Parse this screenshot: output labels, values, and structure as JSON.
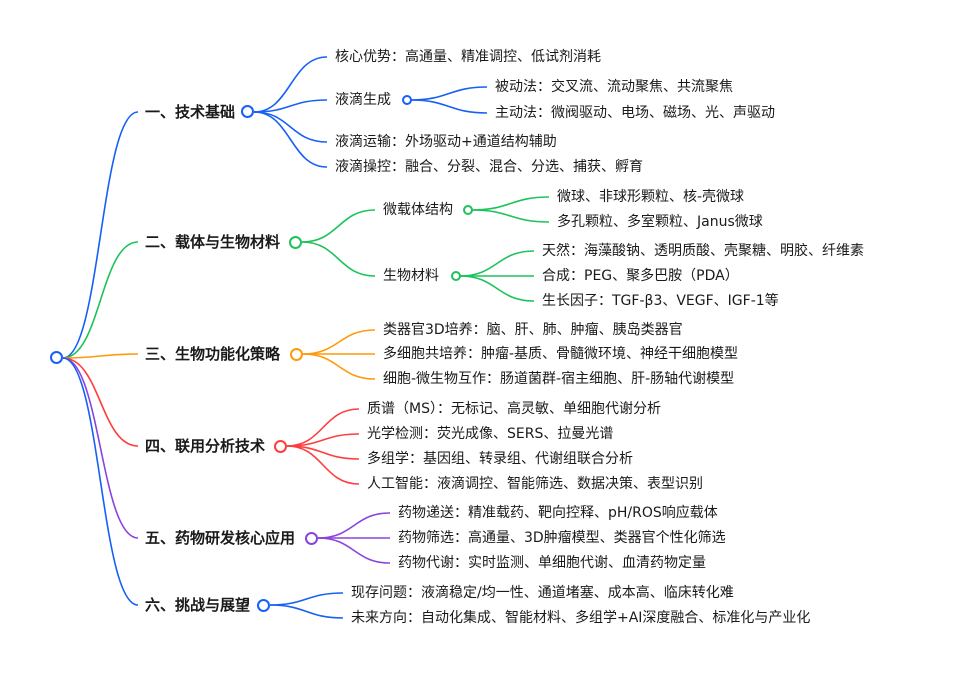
{
  "colors": {
    "blue": "#1660f5",
    "green": "#1ec25a",
    "orange": "#ff9a0a",
    "red": "#ff3d3d",
    "purple": "#8a43dd"
  },
  "branches": [
    {
      "title": "一、技术基础",
      "children": [
        {
          "label": "核心优势：高通量、精准调控、低试剂消耗"
        },
        {
          "label": "液滴生成",
          "children": [
            "被动法：交叉流、流动聚焦、共流聚焦",
            "主动法：微阀驱动、电场、磁场、光、声驱动"
          ]
        },
        {
          "label": "液滴运输：外场驱动+通道结构辅助"
        },
        {
          "label": "液滴操控：融合、分裂、混合、分选、捕获、孵育"
        }
      ]
    },
    {
      "title": "二、载体与生物材料",
      "children": [
        {
          "label": "微载体结构",
          "children": [
            "微球、非球形颗粒、核-壳微球",
            "多孔颗粒、多室颗粒、Janus微球"
          ]
        },
        {
          "label": "生物材料",
          "children": [
            "天然：海藻酸钠、透明质酸、壳聚糖、明胶、纤维素",
            "合成：PEG、聚多巴胺（PDA）",
            "生长因子：TGF-β3、VEGF、IGF-1等"
          ]
        }
      ]
    },
    {
      "title": "三、生物功能化策略",
      "children": [
        {
          "label": "类器官3D培养：脑、肝、肺、肿瘤、胰岛类器官"
        },
        {
          "label": "多细胞共培养：肿瘤-基质、骨髓微环境、神经干细胞模型"
        },
        {
          "label": "细胞-微生物互作：肠道菌群-宿主细胞、肝-肠轴代谢模型"
        }
      ]
    },
    {
      "title": "四、联用分析技术",
      "children": [
        {
          "label": "质谱（MS）：无标记、高灵敏、单细胞代谢分析"
        },
        {
          "label": "光学检测：荧光成像、SERS、拉曼光谱"
        },
        {
          "label": "多组学：基因组、转录组、代谢组联合分析"
        },
        {
          "label": "人工智能：液滴调控、智能筛选、数据决策、表型识别"
        }
      ]
    },
    {
      "title": "五、药物研发核心应用",
      "children": [
        {
          "label": "药物递送：精准载药、靶向控释、pH/ROS响应载体"
        },
        {
          "label": "药物筛选：高通量、3D肿瘤模型、类器官个性化筛选"
        },
        {
          "label": "药物代谢：实时监测、单细胞代谢、血清药物定量"
        }
      ]
    },
    {
      "title": "六、挑战与展望",
      "children": [
        {
          "label": "现存问题：液滴稳定/均一性、通道堵塞、成本高、临床转化难"
        },
        {
          "label": "未来方向：自动化集成、智能材料、多组学+AI深度融合、标准化与产业化"
        }
      ]
    }
  ]
}
